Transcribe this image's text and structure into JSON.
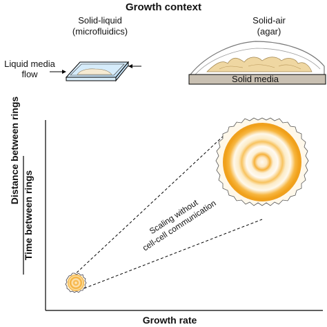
{
  "header": {
    "title": "Growth context"
  },
  "contexts": {
    "left": {
      "title_line1": "Solid-liquid",
      "title_line2": "(microfluidics)",
      "flow_line1": "Liquid media",
      "flow_line2": "flow"
    },
    "right": {
      "title_line1": "Solid-air",
      "title_line2": "(agar)",
      "base_label": "Solid media"
    }
  },
  "plot": {
    "xlabel": "Growth rate",
    "ylabel_numerator": "Distance between rings",
    "ylabel_denominator": "Time between rings",
    "annotation_line1": "Scaling without",
    "annotation_line2": "cell-cell communication"
  },
  "colors": {
    "ring_orange": "#f2a51c",
    "ring_light": "#fbe7a8",
    "glass_blue": "#cfe6f7",
    "solid_media": "#c9c0b2",
    "colony_tan": "#e9c88a",
    "axis": "#000000"
  }
}
